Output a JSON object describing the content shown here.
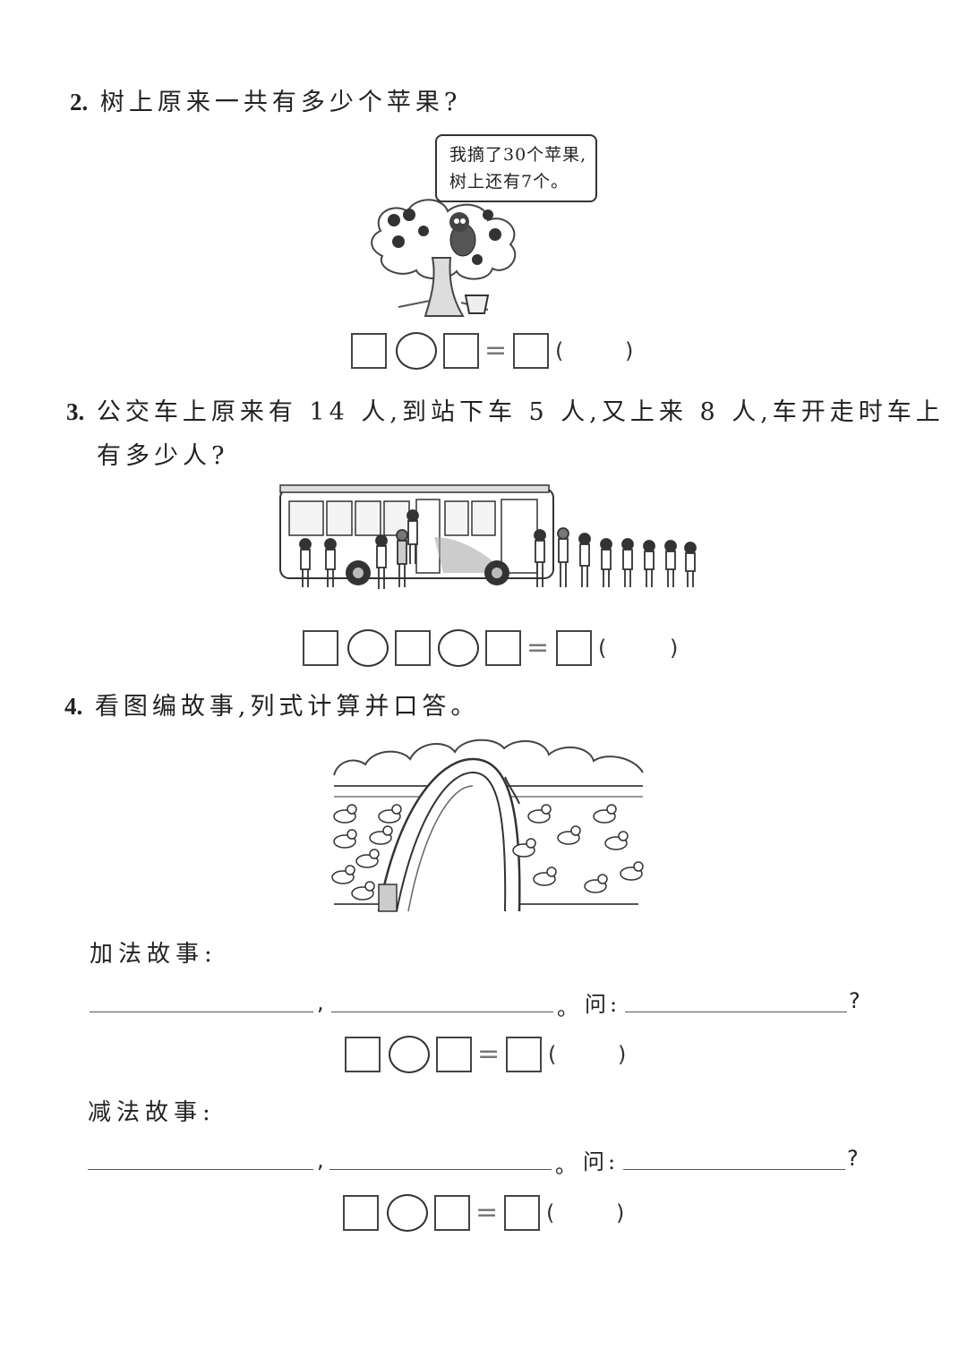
{
  "q2": {
    "number": "2.",
    "text": "树上原来一共有多少个苹果?",
    "bubble_line1": "我摘了30个苹果,",
    "bubble_line2": "树上还有7个。",
    "paren_open": "(",
    "paren_close": ")"
  },
  "q3": {
    "number": "3.",
    "text_line1": "公交车上原来有 14 人,到站下车 5 人,又上来 8 人,车开走时车上",
    "text_line2": "有多少人?",
    "paren_open": "(",
    "paren_close": ")"
  },
  "q4": {
    "number": "4.",
    "text": "看图编故事,列式计算并口答。",
    "addition_label": "加法故事:",
    "subtraction_label": "减法故事:",
    "comma": ",",
    "period": "。",
    "ask": "问:",
    "question_mark": "?",
    "paren_open": "(",
    "paren_close": ")"
  }
}
